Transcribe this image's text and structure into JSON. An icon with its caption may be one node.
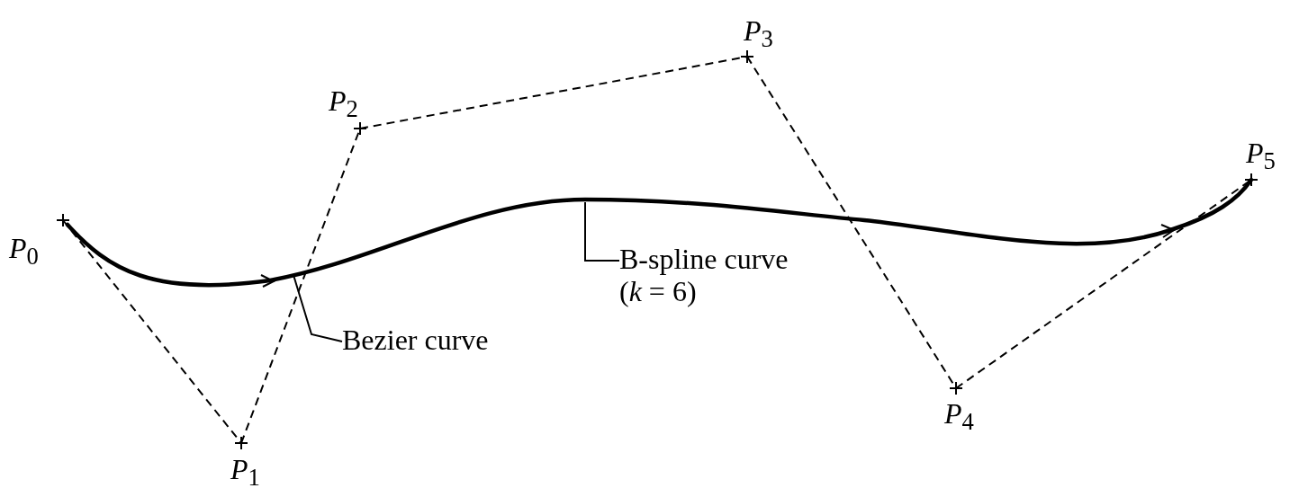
{
  "diagram": {
    "nodes": [
      {
        "text": [
          "*P*$_{0}$"
        ]
      },
      {
        "text": [
          "*P*$_{1}$"
        ]
      },
      {
        "text": [
          "*P*$_{2}$"
        ]
      },
      {
        "text": [
          "*P*$_{3}$"
        ]
      },
      {
        "text": [
          "*P*$_{4}$"
        ]
      },
      {
        "text": [
          "*P*$_{5}$"
        ]
      },
      {
        "text": [
          "Bezier curve"
        ]
      },
      {
        "text": [
          "B-spline curve (*k* = 6)"
        ]
      }
    ],
    "edges": [
      {
        "from": 0,
        "to": 1,
        "arrow": "none",
        "style": "dashed"
      },
      {
        "from": 1,
        "to": 2,
        "arrow": "none",
        "style": "dashed"
      },
      {
        "from": 2,
        "to": 3,
        "arrow": "none",
        "style": "dashed"
      },
      {
        "from": 3,
        "to": 4,
        "arrow": "none",
        "style": "dashed"
      },
      {
        "from": 4,
        "to": 5,
        "arrow": "none",
        "style": "dashed"
      },
      {
        "from": 6,
        "to": null,
        "arrow": "none"
      },
      {
        "from": 7,
        "to": null,
        "arrow": "none"
      }
    ]
  }
}
